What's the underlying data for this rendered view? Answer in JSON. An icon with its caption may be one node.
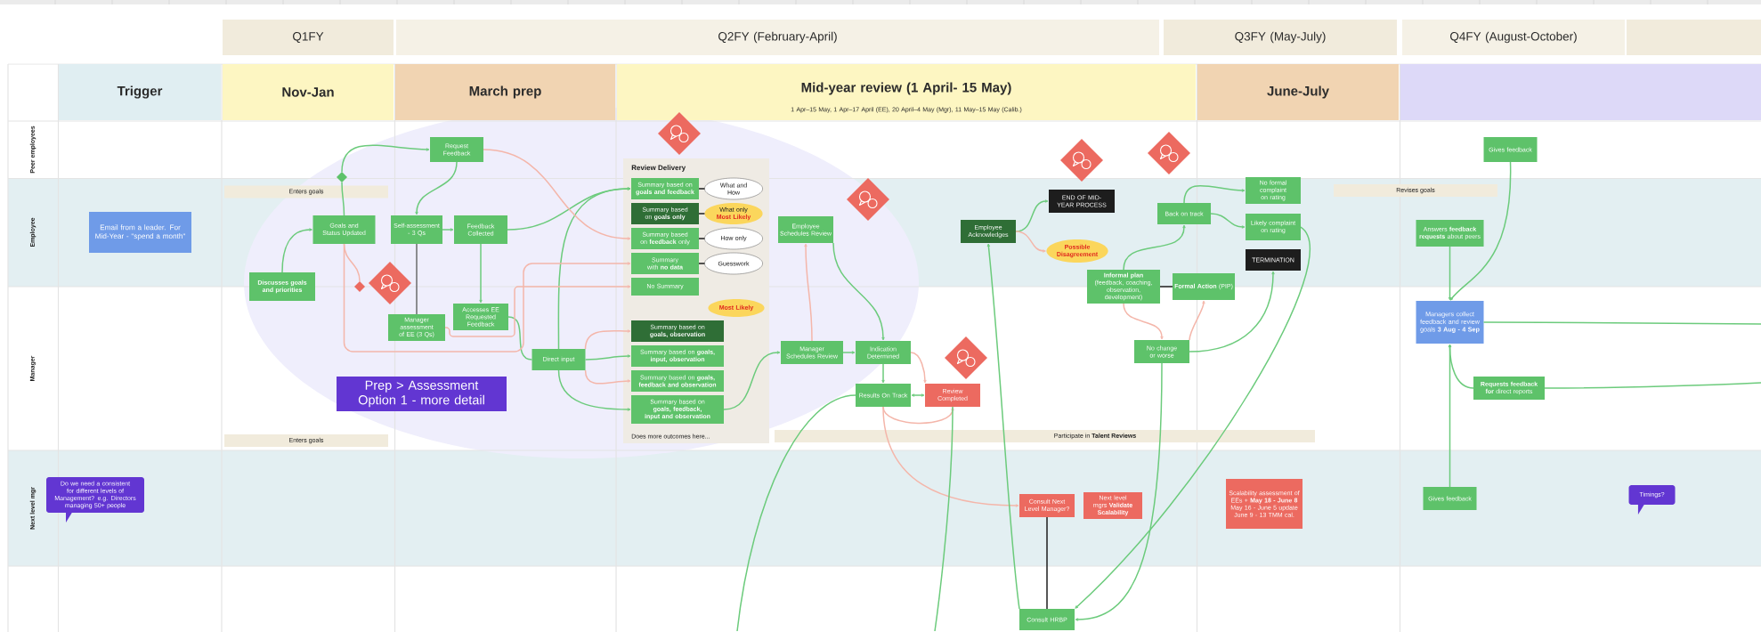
{
  "diagram": {
    "nodes": [
      {
        "text": [
          "Q1FY"
        ]
      },
      {
        "text": [
          "Q2FY (February-April)"
        ]
      },
      {
        "text": [
          "Q3FY (May-July)"
        ]
      },
      {
        "text": [
          "Q4FY (August-October)"
        ]
      },
      {
        "text": [],
        "shape": "box"
      },
      {
        "text": [
          "Trigger"
        ]
      },
      {
        "text": [
          "Nov-Jan"
        ]
      },
      {
        "text": [
          "March prep"
        ]
      },
      {
        "text": [
          "Mid-year review (1 April- 15 May)",
          "1 Apr–15 May, 1 Apr–17 April (EE), 20 April–4 May (Mgr), 11 May–15 May (Calib.)"
        ]
      },
      {
        "text": [
          "June-July"
        ]
      },
      {
        "text": [],
        "shape": "box"
      },
      {
        "text": [
          "Request Feedback"
        ]
      },
      {
        "text": [],
        "shape": "diamond"
      },
      {
        "text": [],
        "shape": "diamond"
      },
      {
        "text": [],
        "shape": "diamond"
      },
      {
        "text": [
          "Gives feedback"
        ]
      },
      {
        "text": [
          "Email from a leader. For Mid-Year - \"spend a month\""
        ]
      },
      {
        "text": [
          "Enters goals"
        ]
      },
      {
        "text": [],
        "shape": "diamond"
      },
      {
        "text": [
          "Goals and Status Updated"
        ]
      },
      {
        "text": [
          "Discusses goals and priorities"
        ]
      },
      {
        "text": [],
        "shape": "diamond"
      },
      {
        "text": [],
        "shape": "diamond"
      },
      {
        "text": [
          "Self-assessment - 3 Qs"
        ]
      },
      {
        "text": [
          "Feedback Collected"
        ]
      },
      {
        "text": [
          "Review Delivery",
          "Does more outcomes here..."
        ]
      },
      {
        "text": [
          "Summary based on **goals and feedback**"
        ],
        "in": 25
      },
      {
        "text": [
          "What and How"
        ],
        "in": 25
      },
      {
        "text": [
          "Summary based on **goals only**"
        ],
        "in": 25
      },
      {
        "text": [
          "What only",
          "Most Likely"
        ],
        "in": 25
      },
      {
        "text": [
          "Summary based on **feedback** only"
        ],
        "in": 25
      },
      {
        "text": [
          "How only"
        ],
        "in": 25
      },
      {
        "text": [
          "Summary with **no data**"
        ],
        "in": 25
      },
      {
        "text": [
          "Guesswork"
        ],
        "in": 25
      },
      {
        "text": [
          "No Summary"
        ],
        "in": 25
      },
      {
        "text": [
          "Most Likely"
        ],
        "in": 25
      },
      {
        "text": [
          "Summary based on **goals, observation**"
        ],
        "in": 25
      },
      {
        "text": [
          "Summary based on **goals, input, observation**"
        ],
        "in": 25
      },
      {
        "text": [
          "Summary based on **goals, feedback and observation**"
        ],
        "in": 25
      },
      {
        "text": [
          "Summary based on **goals, feedback, input and observation**"
        ],
        "in": 25
      },
      {
        "text": [
          "Employee Schedules Review"
        ]
      },
      {
        "text": [],
        "shape": "diamond"
      },
      {
        "text": [
          "Employee Acknowledges"
        ]
      },
      {
        "text": [
          "END OF MID-YEAR PROCESS"
        ]
      },
      {
        "text": [
          "Possible Disagreement"
        ]
      },
      {
        "text": [
          "**Informal plan** (feedback, coaching, observation, development)"
        ]
      },
      {
        "text": [
          "**Formal Action** (PIP)"
        ]
      },
      {
        "text": [
          "Back on track"
        ]
      },
      {
        "text": [
          "No formal complaint on rating"
        ]
      },
      {
        "text": [
          "Likely complaint on rating"
        ]
      },
      {
        "text": [
          "TERMINATION"
        ]
      },
      {
        "text": [
          "Revises goals"
        ]
      },
      {
        "text": [
          "Answers **feedback requests** about peers"
        ]
      },
      {
        "text": [
          "Manager assessment of EE (3 Qs)"
        ]
      },
      {
        "text": [
          "Accesses EE Requested Feedback"
        ]
      },
      {
        "text": [
          "Direct input"
        ]
      },
      {
        "text": [
          "Prep > Assessment Option 1 - more detail"
        ]
      },
      {
        "text": [
          "Enters goals"
        ]
      },
      {
        "text": [
          "Manager Schedules Review"
        ]
      },
      {
        "text": [
          "Indication Determined"
        ]
      },
      {
        "text": [
          "Results On Track"
        ]
      },
      {
        "text": [
          "Review Completed"
        ]
      },
      {
        "text": [],
        "shape": "diamond"
      },
      {
        "text": [
          "Participate in **Talent Reviews**"
        ]
      },
      {
        "text": [
          "No change or worse"
        ]
      },
      {
        "text": [
          "Managers collect feedback and review goals **3 Aug - 4 Sep**"
        ]
      },
      {
        "text": [
          "**Requests feedback for** direct reports"
        ]
      },
      {
        "text": [
          "Do we need a consistent for different levels of Management? e.g. Directors managing 50+ people"
        ]
      },
      {
        "text": [
          "Consult Next Level Manager?"
        ]
      },
      {
        "text": [
          "Next level mgrs **Validate Scalability**"
        ]
      },
      {
        "text": [
          "Scalability assessment of EEs + **May 18 - June 8** May 16 - June 5 update June 9 - 13 TMM cal."
        ]
      },
      {
        "text": [
          "Gives feedback"
        ]
      },
      {
        "text": [
          "Timings?"
        ]
      },
      {
        "text": [
          "Consult HRBP"
        ]
      }
    ],
    "edges": [
      {
        "from": 20,
        "to": 19,
        "arrow": "to"
      },
      {
        "from": 19,
        "to": 18,
        "arrow": "none"
      },
      {
        "from": 18,
        "to": 11,
        "arrow": "to"
      },
      {
        "from": 11,
        "to": 23,
        "arrow": "to"
      },
      {
        "from": 23,
        "to": 24,
        "arrow": "to"
      },
      {
        "from": 24,
        "to": 54,
        "arrow": "to"
      },
      {
        "from": 54,
        "to": 55,
        "arrow": "none"
      },
      {
        "from": 24,
        "to": 26,
        "arrow": "to"
      },
      {
        "from": 55,
        "to": 26,
        "arrow": "to"
      },
      {
        "from": 55,
        "to": 36,
        "arrow": "to",
        "color": "#f4b6aa"
      },
      {
        "from": 55,
        "to": 37,
        "arrow": "to"
      },
      {
        "from": 55,
        "to": 38,
        "arrow": "to",
        "color": "#f4b6aa"
      },
      {
        "from": 55,
        "to": 39,
        "arrow": "to"
      },
      {
        "from": 11,
        "to": 30,
        "arrow": "to",
        "color": "#f4b6aa"
      },
      {
        "from": 19,
        "to": 21,
        "arrow": "none",
        "color": "#f4b6aa"
      },
      {
        "from": 19,
        "to": 32,
        "arrow": "to",
        "color": "#f4b6aa"
      },
      {
        "from": 23,
        "to": 53,
        "arrow": "none",
        "color": "#6b6b6b"
      },
      {
        "from": 53,
        "to": 34,
        "arrow": "to",
        "color": "#f4b6aa"
      },
      {
        "from": 26,
        "to": 27,
        "arrow": "none",
        "color": "#1e1e1e"
      },
      {
        "from": 28,
        "to": 29,
        "arrow": "none",
        "color": "#1e1e1e"
      },
      {
        "from": 30,
        "to": 31,
        "arrow": "none",
        "color": "#1e1e1e"
      },
      {
        "from": 32,
        "to": 33,
        "arrow": "none",
        "color": "#1e1e1e"
      },
      {
        "from": 39,
        "to": 58,
        "arrow": "to"
      },
      {
        "from": 58,
        "to": 59,
        "arrow": "to"
      },
      {
        "from": 59,
        "to": 60,
        "arrow": "to"
      },
      {
        "from": 60,
        "to": 61,
        "arrow": "both"
      },
      {
        "from": 59,
        "to": 61,
        "arrow": "to",
        "color": "#f4b6aa"
      },
      {
        "from": 60,
        "to": 61,
        "arrow": "to",
        "color": "#f4b6aa"
      },
      {
        "from": 58,
        "to": 40,
        "arrow": "to",
        "color": "#f4b6aa"
      },
      {
        "from": 40,
        "to": 59,
        "arrow": "to"
      },
      {
        "from": 60,
        "to": 68,
        "arrow": "to",
        "color": "#f4b6aa"
      },
      {
        "from": 68,
        "to": 73,
        "arrow": "none",
        "color": "#1e1e1e"
      },
      {
        "from": 60,
        "to": null,
        "arrow": "none"
      },
      {
        "from": 73,
        "to": 42,
        "arrow": "to"
      },
      {
        "from": 42,
        "to": 43,
        "arrow": "to"
      },
      {
        "from": 42,
        "to": 44,
        "arrow": "to",
        "color": "#f4b6aa"
      },
      {
        "from": 45,
        "to": 46,
        "arrow": "none",
        "color": "#1e1e1e"
      },
      {
        "from": 45,
        "to": 47,
        "arrow": "to"
      },
      {
        "from": 47,
        "to": 48,
        "arrow": "to"
      },
      {
        "from": 47,
        "to": 49,
        "arrow": "to"
      },
      {
        "from": 45,
        "to": 64,
        "arrow": "to",
        "color": "#f4b6aa"
      },
      {
        "from": 64,
        "to": 46,
        "arrow": "to",
        "color": "#f4b6aa"
      },
      {
        "from": 64,
        "to": 73,
        "arrow": "to"
      },
      {
        "from": 49,
        "to": 73,
        "arrow": "to"
      },
      {
        "from": 64,
        "to": 50,
        "arrow": "to"
      },
      {
        "from": 15,
        "to": 65,
        "arrow": "to"
      },
      {
        "from": 52,
        "to": 65,
        "arrow": "to"
      },
      {
        "from": 71,
        "to": 65,
        "arrow": "to"
      },
      {
        "from": 66,
        "to": 65,
        "arrow": "to"
      },
      {
        "from": 65,
        "to": null,
        "arrow": "none"
      },
      {
        "from": 66,
        "to": null,
        "arrow": "none"
      },
      {
        "from": 61,
        "to": null,
        "arrow": "none"
      }
    ],
    "labels": [
      "Peer employees",
      "Employee",
      "Manager",
      "Next level mgr"
    ]
  }
}
